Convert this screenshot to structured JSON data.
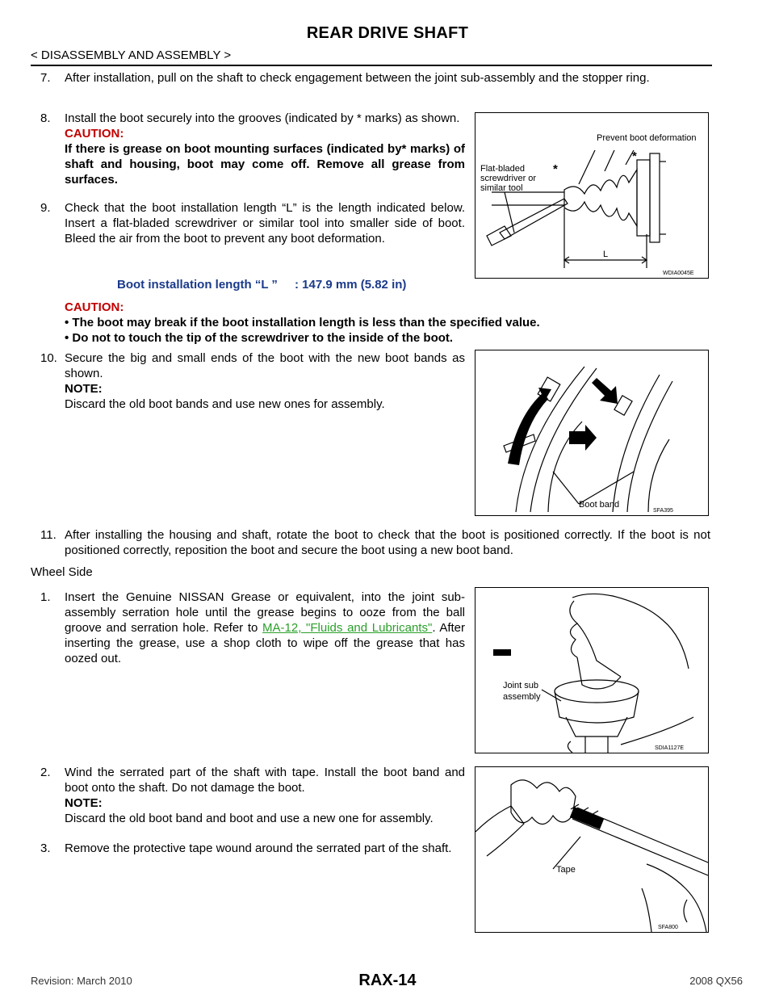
{
  "header": {
    "title": "REAR DRIVE SHAFT",
    "subtitle": "< DISASSEMBLY AND ASSEMBLY >"
  },
  "steps": {
    "s7": {
      "num": "7.",
      "text": "After installation, pull on the shaft to check engagement between the joint sub-assembly and the stopper ring."
    },
    "s8": {
      "num": "8.",
      "text": "Install the boot securely into the grooves (indicated by * marks) as shown.",
      "caution_label": "CAUTION:",
      "caution_text": "If there is grease on boot mounting surfaces (indicated by* marks) of shaft and housing, boot may come off. Remove all grease from surfaces."
    },
    "s9": {
      "num": "9.",
      "text": "Check that the boot installation length “L” is the length indicated below. Insert a flat-bladed screwdriver or similar tool into smaller side of boot. Bleed the air from the boot to prevent any boot deformation."
    },
    "spec": {
      "label": "Boot installation length “L ”",
      "value": ": 147.9 mm (5.82 in)"
    },
    "caution2": {
      "label": "CAUTION:",
      "b1": "• The boot may break if the boot installation length is less than the specified value.",
      "b2": "• Do not to touch the tip of the screwdriver to the inside of the boot."
    },
    "s10": {
      "num": "10.",
      "text": "Secure the big and small ends of the boot with the new boot bands as shown.",
      "note_label": "NOTE:",
      "note_text": "Discard the old boot bands and use new ones for assembly."
    },
    "s11": {
      "num": "11.",
      "text": "After installing the housing and shaft, rotate the boot to check that the boot is positioned correctly. If the boot is not positioned correctly, reposition the boot and secure the boot using a new boot band."
    }
  },
  "wheel_side": {
    "heading": "Wheel Side",
    "s1": {
      "num": "1.",
      "text_a": "Insert the Genuine NISSAN Grease or equivalent, into the joint sub-assembly serration hole until the grease begins to ooze from the ball groove and serration hole. Refer to ",
      "link": "MA-12, \"Fluids and Lubricants\"",
      "text_b": ". After inserting the grease, use a shop cloth to wipe off the grease that has oozed out."
    },
    "s2": {
      "num": "2.",
      "text": "Wind the serrated part of the shaft with tape. Install the boot band and boot onto the shaft. Do not damage the boot.",
      "note_label": "NOTE:",
      "note_text": "Discard the old boot band and boot and use a new one for assembly."
    },
    "s3": {
      "num": "3.",
      "text": "Remove the protective tape wound around the serrated part of the shaft."
    }
  },
  "figures": {
    "f1": {
      "label_prevent": "Prevent boot deformation",
      "label_tool1": "Flat-bladed",
      "label_tool2": "screwdriver or",
      "label_tool3": "similar tool",
      "label_star": "*",
      "label_L": "L",
      "code": "WDIA0045E"
    },
    "f2": {
      "label_band": "Boot band",
      "code": "SFA395"
    },
    "f3": {
      "label_joint1": "Joint sub",
      "label_joint2": "assembly",
      "code": "SDIA1127E"
    },
    "f4": {
      "label_tape": "Tape",
      "code": "SFA800"
    }
  },
  "footer": {
    "revision": "Revision: March 2010",
    "page": "RAX-14",
    "model": "2008 QX56"
  },
  "colors": {
    "caution": "#c00000",
    "spec": "#1a3a8a",
    "link": "#2aa02a"
  }
}
